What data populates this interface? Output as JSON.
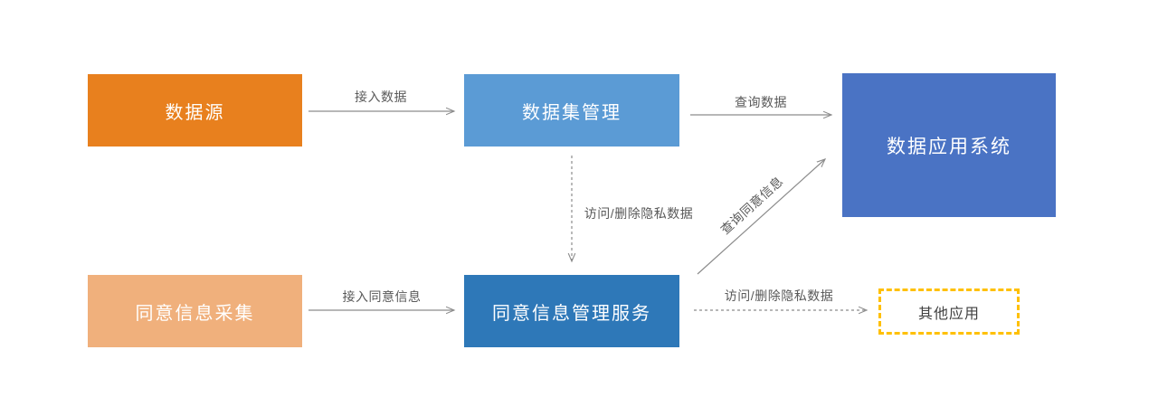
{
  "diagram": {
    "nodes": {
      "data_source": {
        "label": "数据源",
        "color": "#E8801E",
        "text_color": "#FFFFFF"
      },
      "dataset_management": {
        "label": "数据集管理",
        "color": "#5B9BD5",
        "text_color": "#FFFFFF"
      },
      "data_application_system": {
        "label": "数据应用系统",
        "color": "#4A73C4",
        "text_color": "#FFFFFF"
      },
      "consent_collection": {
        "label": "同意信息采集",
        "color": "#F0B07C",
        "text_color": "#FFFFFF"
      },
      "consent_management_service": {
        "label": "同意信息管理服务",
        "color": "#2E78B8",
        "text_color": "#FFFFFF"
      },
      "other_applications": {
        "label": "其他应用",
        "border_color": "#FFC000",
        "text_color": "#404040"
      }
    },
    "edges": {
      "ingest_data": {
        "label": "接入数据",
        "style": "solid",
        "from": "data_source",
        "to": "dataset_management"
      },
      "query_data": {
        "label": "查询数据",
        "style": "solid",
        "from": "dataset_management",
        "to": "data_application_system"
      },
      "access_delete_private_vertical": {
        "label": "访问/删除隐私数据",
        "style": "dashed",
        "from": "dataset_management",
        "to": "consent_management_service"
      },
      "ingest_consent_info": {
        "label": "接入同意信息",
        "style": "solid",
        "from": "consent_collection",
        "to": "consent_management_service"
      },
      "query_consent_info": {
        "label": "查询同意信息",
        "style": "solid",
        "from": "consent_management_service",
        "to": "data_application_system"
      },
      "access_delete_private_horizontal": {
        "label": "访问/删除隐私数据",
        "style": "dashed",
        "from": "consent_management_service",
        "to": "other_applications"
      }
    },
    "colors": {
      "background": "#FFFFFF",
      "arrow": "#8C8C8C",
      "edge_label_text": "#595959"
    }
  }
}
